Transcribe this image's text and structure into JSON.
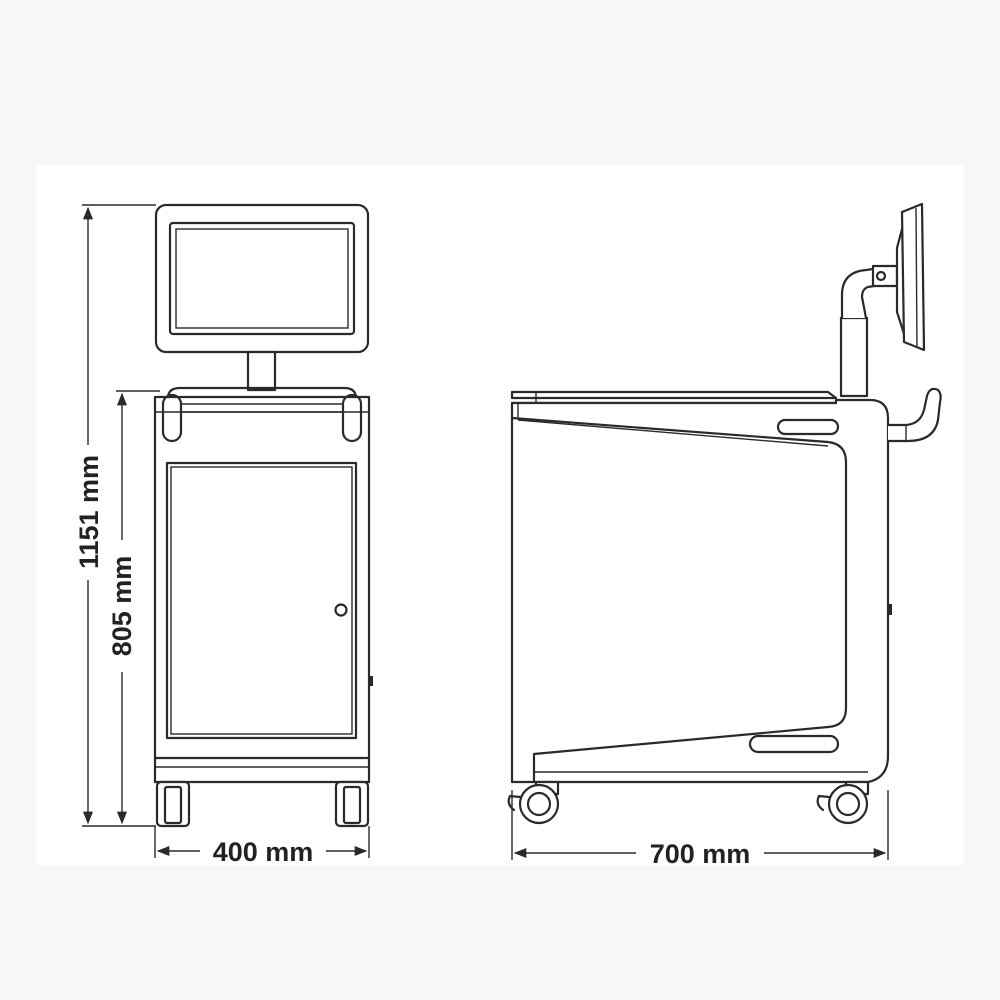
{
  "dimensions": {
    "overall_height": "1151 mm",
    "base_height": "805 mm",
    "width": "400 mm",
    "depth": "700 mm"
  },
  "colors": {
    "line": "#2a2a2a",
    "background": "#ffffff",
    "outer": "#f7f7f7"
  }
}
